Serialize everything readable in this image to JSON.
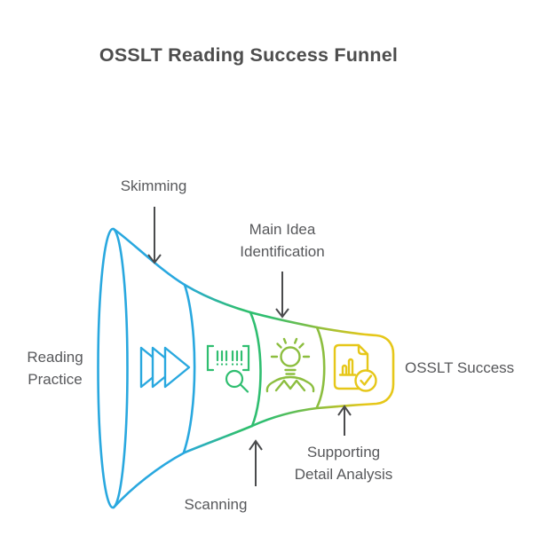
{
  "title": "OSSLT Reading Success Funnel",
  "labels": {
    "skimming": "Skimming",
    "scanning": "Scanning",
    "main_idea_line1": "Main Idea",
    "main_idea_line2": "Identification",
    "supporting_line1": "Supporting",
    "supporting_line2": "Detail Analysis",
    "reading_practice_line1": "Reading",
    "reading_practice_line2": "Practice",
    "osslt_success": "OSSLT Success"
  },
  "funnel": {
    "input": "Reading Practice",
    "output": "OSSLT Success",
    "stages": [
      {
        "name": "Skimming",
        "icon": "fast-forward-icon",
        "color": "#29A8DF"
      },
      {
        "name": "Scanning",
        "icon": "barcode-scan-search-icon",
        "color": "#2FBE70"
      },
      {
        "name": "Main Idea Identification",
        "icon": "idea-lightbulb-person-icon",
        "color": "#8CBE3F"
      },
      {
        "name": "Supporting Detail Analysis",
        "icon": "document-chart-check-icon",
        "color": "#E6C719"
      }
    ]
  },
  "colors": {
    "blue": "#29A8DF",
    "green": "#2FBE70",
    "olive": "#8CBE3F",
    "yellow": "#E6C719",
    "arrow": "#4A4B4D",
    "label": "#57585B",
    "title": "#4D4D4D",
    "background": "#FFFFFF"
  }
}
